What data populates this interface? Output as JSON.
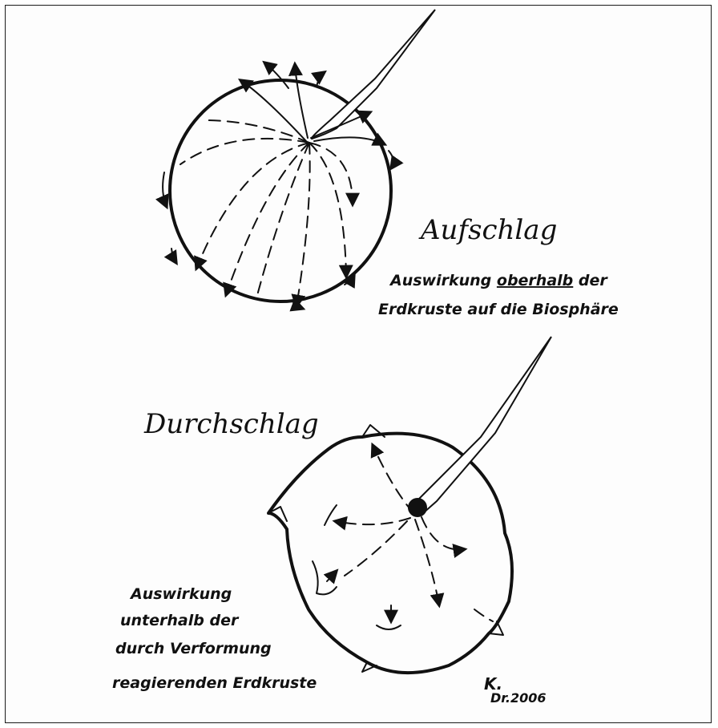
{
  "top": {
    "title": "Aufschlag",
    "caption_line1": "Auswirkung ",
    "caption_underlined": "oberhalb",
    "caption_line1_end": " der",
    "caption_line2": "Erdkruste auf die Biosphäre"
  },
  "bottom": {
    "title": "Durchschlag",
    "caption_lines": [
      "Auswirkung",
      "unterhalb der",
      "durch Verformung",
      "reagierenden Erdkruste"
    ]
  },
  "signature": {
    "initials": "K.",
    "line": "Dr.2006"
  }
}
